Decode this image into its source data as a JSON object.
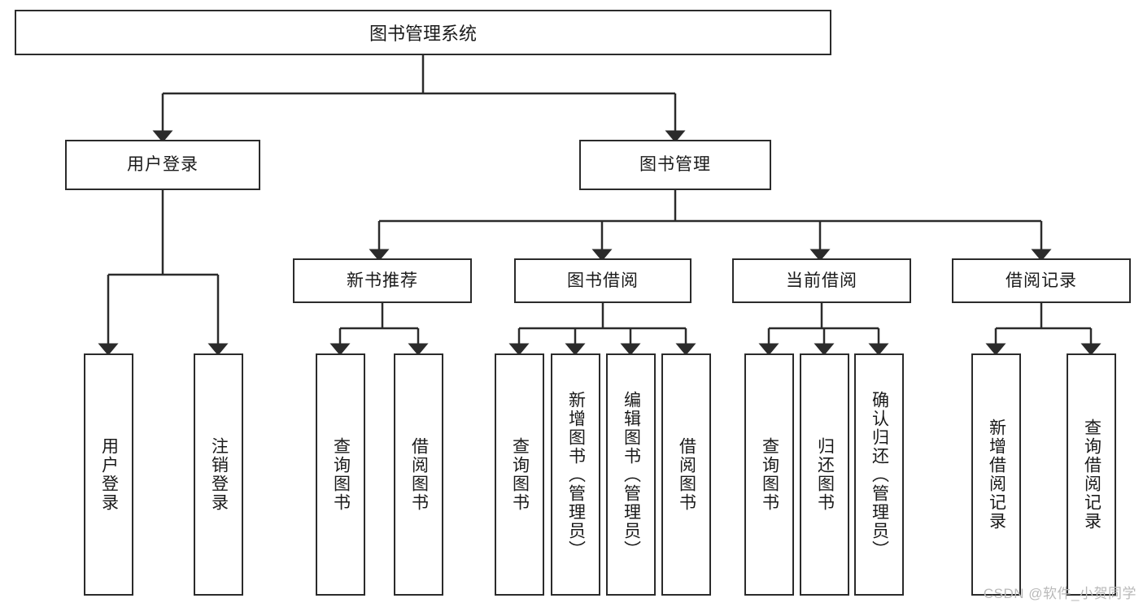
{
  "diagram": {
    "title": "图书管理系统",
    "type": "tree-hierarchy",
    "orientation": "top-down",
    "colors": {
      "box_border": "#2b2b2b",
      "box_fill": "#ffffff",
      "connector": "#2b2b2b",
      "text": "#1a1a1a",
      "watermark": "#b9b9b9",
      "background": "#ffffff"
    },
    "root": {
      "label": "图书管理系统"
    },
    "level2": [
      {
        "id": "user-login",
        "label": "用户登录"
      },
      {
        "id": "book-manage",
        "label": "图书管理"
      }
    ],
    "level3": [
      {
        "id": "new-book-rec",
        "label": "新书推荐",
        "parent": "book-manage"
      },
      {
        "id": "book-borrow",
        "label": "图书借阅",
        "parent": "book-manage"
      },
      {
        "id": "current-borrow",
        "label": "当前借阅",
        "parent": "book-manage"
      },
      {
        "id": "borrow-record",
        "label": "借阅记录",
        "parent": "book-manage"
      }
    ],
    "leaves": {
      "user-login": [
        {
          "id": "leaf-user-login",
          "label": "用户登录"
        },
        {
          "id": "leaf-logout",
          "label": "注销登录"
        }
      ],
      "new-book-rec": [
        {
          "id": "leaf-query-book-1",
          "label": "查询图书"
        },
        {
          "id": "leaf-borrow-book-1",
          "label": "借阅图书"
        }
      ],
      "book-borrow": [
        {
          "id": "leaf-query-book-2",
          "label": "查询图书"
        },
        {
          "id": "leaf-add-book",
          "label": "新增图书（管理员）"
        },
        {
          "id": "leaf-edit-book",
          "label": "编辑图书（管理员）"
        },
        {
          "id": "leaf-borrow-book-2",
          "label": "借阅图书"
        }
      ],
      "current-borrow": [
        {
          "id": "leaf-query-book-3",
          "label": "查询图书"
        },
        {
          "id": "leaf-return-book",
          "label": "归还图书"
        },
        {
          "id": "leaf-confirm-return",
          "label": "确认归还（管理员）"
        }
      ],
      "borrow-record": [
        {
          "id": "leaf-add-record",
          "label": "新增借阅记录"
        },
        {
          "id": "leaf-query-record",
          "label": "查询借阅记录"
        }
      ]
    }
  },
  "watermark": {
    "text": "CSDN @软件_小贺同学"
  }
}
